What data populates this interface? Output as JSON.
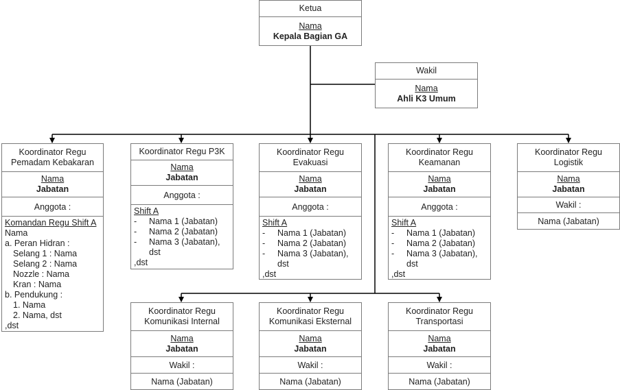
{
  "ketua": {
    "role": "Ketua",
    "name_label": "Nama",
    "position": "Kepala Bagian GA"
  },
  "wakil": {
    "role": "Wakil",
    "name_label": "Nama",
    "position": "Ahli K3 Umum"
  },
  "pemadam": {
    "title_line1": "Koordinator Regu",
    "title_line2": "Pemadam Kebakaran",
    "name_label": "Nama",
    "position": "Jabatan",
    "anggota_label": "Anggota :",
    "list_heading": "Komandan Regu Shift A",
    "list_name": "Nama",
    "peran_hidran": "a. Peran Hidran :",
    "selang1": "Selang 1 : Nama",
    "selang2": "Selang 2 : Nama",
    "nozzle": "Nozzle : Nama",
    "kran": "Kran : Nama",
    "pendukung": "b. Pendukung :",
    "pendukung1": "1. Nama",
    "pendukung2": "2. Nama, dst",
    "dst": ",dst"
  },
  "p3k": {
    "title_line1": "Koordinator Regu P3K",
    "name_label": "Nama",
    "position": "Jabatan",
    "anggota_label": "Anggota :",
    "shift": "Shift A",
    "dash": "-",
    "member1": "Nama 1 (Jabatan)",
    "member2": "Nama 2 (Jabatan)",
    "member3a": "Nama 3 (Jabatan),",
    "member3b": "dst",
    "dst": ",dst"
  },
  "evakuasi": {
    "title_line1": "Koordinator Regu",
    "title_line2": "Evakuasi",
    "name_label": "Nama",
    "position": "Jabatan",
    "anggota_label": "Anggota :",
    "shift": "Shift A",
    "dash": "-",
    "member1": "Nama 1 (Jabatan)",
    "member2": "Nama 2 (Jabatan)",
    "member3a": "Nama 3 (Jabatan),",
    "member3b": "dst",
    "dst": ",dst"
  },
  "keamanan": {
    "title_line1": "Koordinator Regu",
    "title_line2": "Keamanan",
    "name_label": "Nama",
    "position": "Jabatan",
    "anggota_label": "Anggota :",
    "shift": "Shift A",
    "dash": "-",
    "member1": "Nama 1 (Jabatan)",
    "member2": "Nama 2 (Jabatan)",
    "member3a": "Nama 3 (Jabatan),",
    "member3b": "dst",
    "dst": ",dst"
  },
  "logistik": {
    "title_line1": "Koordinator Regu",
    "title_line2": "Logistik",
    "name_label": "Nama",
    "position": "Jabatan",
    "wakil_label": "Wakil :",
    "wakil_value": "Nama (Jabatan)"
  },
  "komint": {
    "title_line1": "Koordinator Regu",
    "title_line2": "Komunikasi Internal",
    "name_label": "Nama",
    "position": "Jabatan",
    "wakil_label": "Wakil :",
    "wakil_value": "Nama (Jabatan)"
  },
  "komeks": {
    "title_line1": "Koordinator Regu",
    "title_line2": "Komunikasi Eksternal",
    "name_label": "Nama",
    "position": "Jabatan",
    "wakil_label": "Wakil :",
    "wakil_value": "Nama (Jabatan)"
  },
  "transport": {
    "title_line1": "Koordinator Regu",
    "title_line2": "Transportasi",
    "name_label": "Nama",
    "position": "Jabatan",
    "wakil_label": "Wakil :",
    "wakil_value": "Nama (Jabatan)"
  }
}
